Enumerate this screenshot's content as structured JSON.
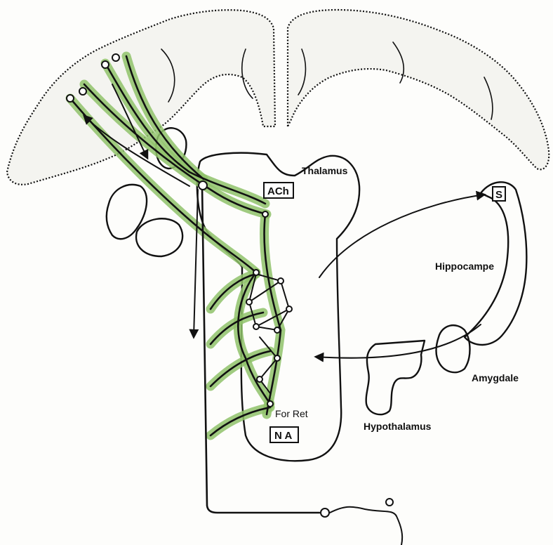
{
  "labels": {
    "thalamus": "Thalamus",
    "ach": "ACh",
    "s": "S",
    "hippocampe": "Hippocampe",
    "amygdale": "Amygdale",
    "hypothalamus": "Hypothalamus",
    "for_ret": "For Ret",
    "na": "N A"
  },
  "colors": {
    "pathway_highlight": "#8fc26a",
    "ink": "#111111",
    "paper": "#fdfdfb"
  }
}
